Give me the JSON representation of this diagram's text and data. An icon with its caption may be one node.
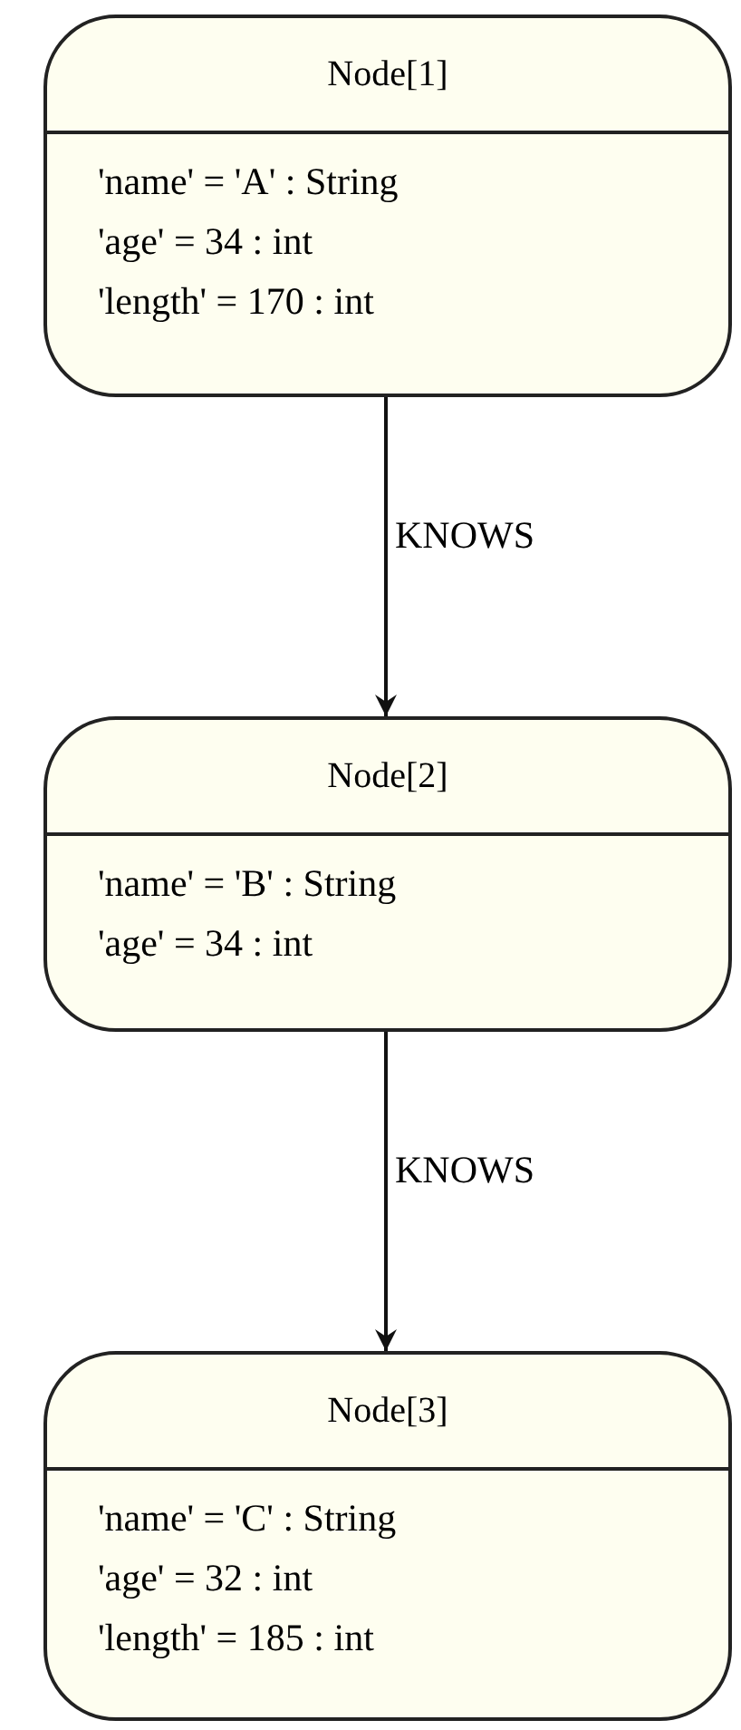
{
  "diagram": {
    "nodes": [
      {
        "text": [
          "Node[1]",
          "'name' = 'A' : String",
          "'age' = 34 : int",
          "'length' = 170 : int"
        ]
      },
      {
        "text": [
          "Node[2]",
          "'name' = 'B' : String",
          "'age' = 34 : int"
        ]
      },
      {
        "text": [
          "Node[3]",
          "'name' = 'C' : String",
          "'age' = 32 : int",
          "'length' = 185 : int"
        ]
      }
    ],
    "edges": [
      {
        "from": 0,
        "to": 1,
        "arrow": "to",
        "label": "KNOWS"
      },
      {
        "from": 1,
        "to": 2,
        "arrow": "to",
        "label": "KNOWS"
      }
    ]
  }
}
